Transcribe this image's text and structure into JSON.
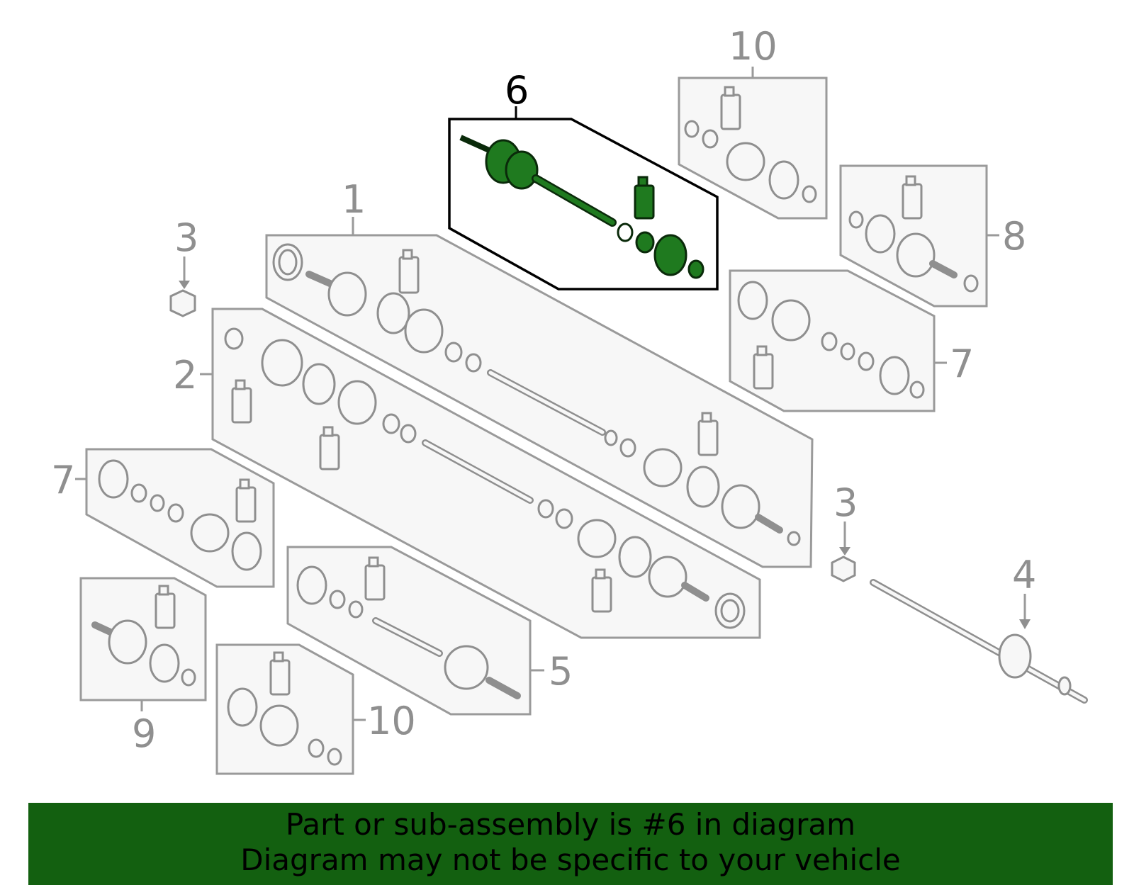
{
  "diagram": {
    "callouts": [
      "1",
      "2",
      "3",
      "3",
      "4",
      "5",
      "6",
      "7",
      "7",
      "8",
      "9",
      "10",
      "10"
    ],
    "highlighted_part": "6",
    "colors": {
      "highlight": "#1f7a1f",
      "banner": "#136010",
      "part_stroke": "#8f8f8f"
    }
  },
  "banner": {
    "line1": "Part or sub-assembly is #6 in diagram",
    "line2": "Diagram may not be specific to your vehicle"
  }
}
